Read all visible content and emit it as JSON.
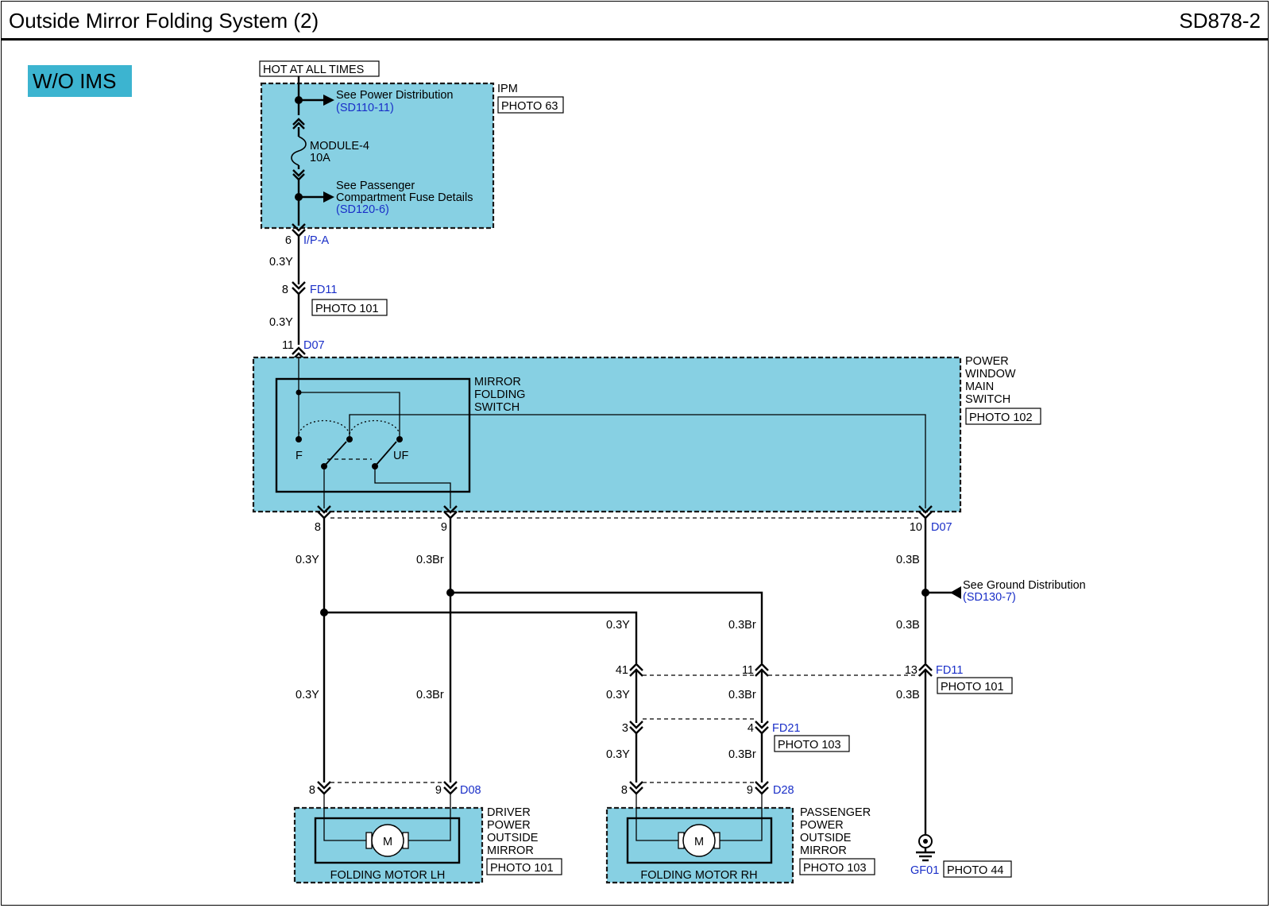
{
  "header": {
    "title": "Outside Mirror Folding System (2)",
    "code": "SD878-2"
  },
  "variant_badge": "W/O IMS",
  "colors": {
    "component_fill": "#87d0e3",
    "badge_fill": "#3cb4d0",
    "link_blue": "#1a2fc8"
  },
  "power": {
    "hot_label": "HOT AT ALL TIMES",
    "ipm_label": "IPM",
    "ipm_photo": "PHOTO 63",
    "see_power": "See Power Distribution",
    "see_power_ref": "(SD110-11)",
    "fuse_name": "MODULE-4",
    "fuse_rating": "10A",
    "see_pass_1": "See Passenger",
    "see_pass_2": "Compartment Fuse Details",
    "see_pass_ref": "(SD120-6)"
  },
  "connectors": {
    "ipa_pin": "6",
    "ipa_name": "I/P-A",
    "fd11_top_pin": "8",
    "fd11_name": "FD11",
    "fd11_photo": "PHOTO 101",
    "d07_top_pin": "11",
    "d07_name": "D07",
    "d07_pin8": "8",
    "d07_pin9": "9",
    "d07_pin10": "10",
    "fd11_pin41": "41",
    "fd11_pin11": "11",
    "fd11_pin13": "13",
    "fd21_pin3": "3",
    "fd21_pin4": "4",
    "fd21_name": "FD21",
    "fd21_photo": "PHOTO 103",
    "d08_pin8": "8",
    "d08_pin9": "9",
    "d08_name": "D08",
    "d28_pin8": "8",
    "d28_pin9": "9",
    "d28_name": "D28"
  },
  "wires": {
    "y": "0.3Y",
    "br": "0.3Br",
    "b": "0.3B"
  },
  "switch": {
    "mirror_label": [
      "MIRROR",
      "FOLDING",
      "SWITCH"
    ],
    "pos_f": "F",
    "pos_uf": "UF",
    "pwm_label": [
      "POWER",
      "WINDOW",
      "MAIN",
      "SWITCH"
    ],
    "pwm_photo": "PHOTO 102"
  },
  "ground": {
    "see_ground": "See Ground Distribution",
    "see_ground_ref": "(SD130-7)",
    "gf01": "GF01",
    "gf01_photo": "PHOTO 44"
  },
  "motors": {
    "lh_name": "FOLDING MOTOR LH",
    "rh_name": "FOLDING MOTOR RH",
    "motor_symbol": "M",
    "driver_label": [
      "DRIVER",
      "POWER",
      "OUTSIDE",
      "MIRROR"
    ],
    "driver_photo": "PHOTO 101",
    "pass_label": [
      "PASSENGER",
      "POWER",
      "OUTSIDE",
      "MIRROR"
    ],
    "pass_photo": "PHOTO 103"
  }
}
